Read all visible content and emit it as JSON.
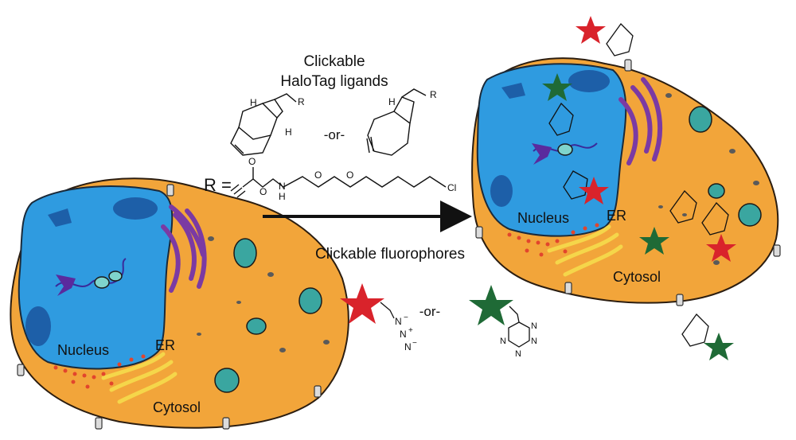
{
  "ligands": {
    "title_line1": "Clickable",
    "title_line2": "HaloTag ligands",
    "or_top": "-or-",
    "r_label": "R =",
    "r_atoms": {
      "o1": "O",
      "o2": "O",
      "n": "N",
      "h": "H",
      "o3": "O",
      "o4": "O",
      "cl": "Cl"
    },
    "ring_labels": {
      "r1": "R",
      "r2": "R",
      "h1": "H",
      "h2": "H",
      "h3": "H"
    }
  },
  "fluorophores": {
    "title": "Clickable fluorophores",
    "or_bottom": "-or-",
    "azide_atoms": {
      "n1": "N",
      "n2": "N",
      "n3": "N",
      "minus1": "−",
      "plus": "+",
      "minus2": "−"
    },
    "tetrazine_atoms": {
      "n1": "N",
      "n2": "N",
      "n3": "N",
      "n4": "N"
    }
  },
  "left_cell": {
    "nucleus": "Nucleus",
    "er": "ER",
    "cytosol": "Cytosol"
  },
  "right_cell": {
    "nucleus": "Nucleus",
    "er": "ER",
    "cytosol": "Cytosol"
  },
  "colors": {
    "cytoplasm": "#f2a53a",
    "nucleus": "#2f9be0",
    "nucleolus": "#1d5fa8",
    "golgi": "#7b3aa3",
    "er": "#f5d64a",
    "ribosome": "#e2452c",
    "mitochondria": "#3aa6a0",
    "star_red": "#d9232b",
    "star_green": "#1f6a36"
  }
}
